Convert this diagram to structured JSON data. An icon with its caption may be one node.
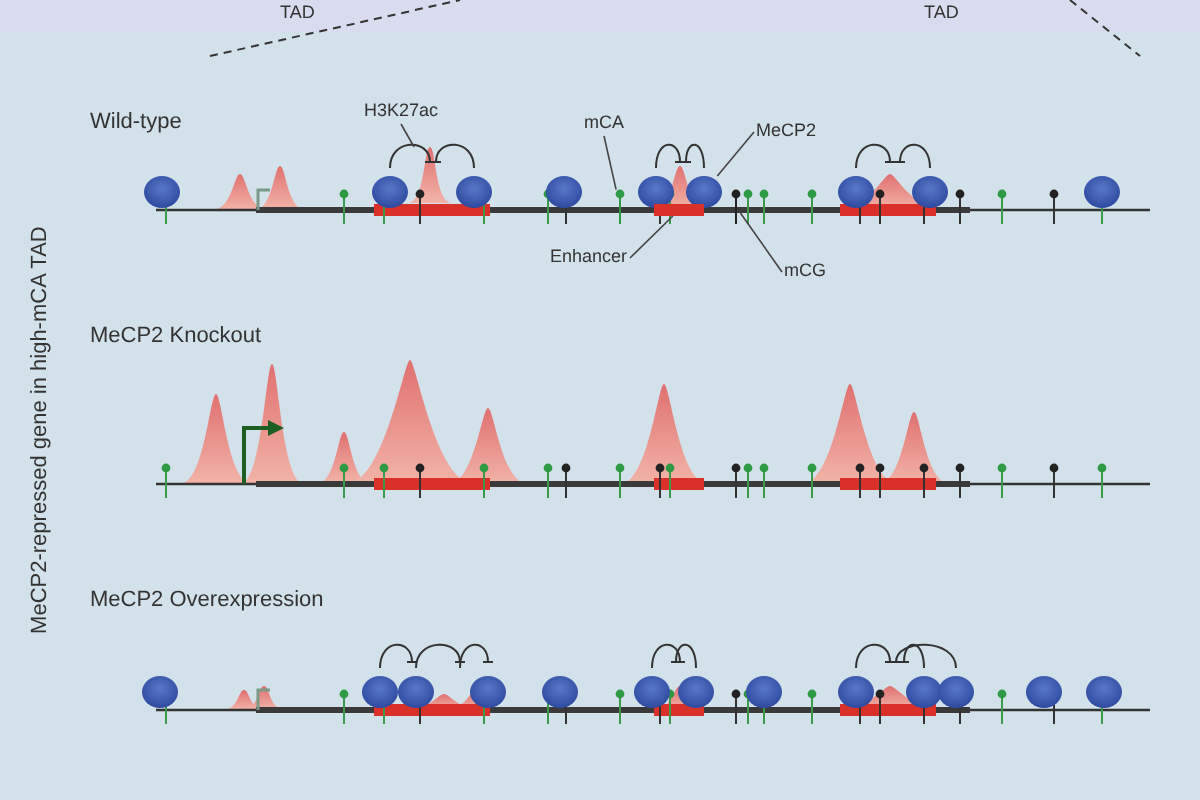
{
  "diagram": {
    "nodes": [
      {
        "text": [
          "H3K27ac"
        ]
      },
      {
        "text": [
          "mCA"
        ]
      },
      {
        "text": [
          "MeCP2"
        ]
      },
      {
        "text": [
          "Enhancer"
        ]
      },
      {
        "text": [
          "mCG"
        ]
      },
      {
        "text": [],
        "shape": "peak"
      },
      {
        "text": [],
        "shape": "lollipop"
      },
      {
        "text": [],
        "shape": "circle"
      },
      {
        "text": [],
        "shape": "bar"
      },
      {
        "text": [],
        "shape": "lollipop"
      }
    ],
    "edges": [
      {
        "from": 0,
        "to": 5,
        "arrow": "none"
      },
      {
        "from": 1,
        "to": 6,
        "arrow": "none"
      },
      {
        "from": 2,
        "to": 7,
        "arrow": "none"
      },
      {
        "from": 3,
        "to": 8,
        "arrow": "none"
      },
      {
        "from": 4,
        "to": 9,
        "arrow": "none"
      }
    ],
    "labels": [
      "TAD",
      "TAD",
      "MeCP2-repressed gene in high-mCA TAD",
      "Wild-type",
      "MeCP2 Knockout",
      "MeCP2 Overexpression"
    ]
  }
}
